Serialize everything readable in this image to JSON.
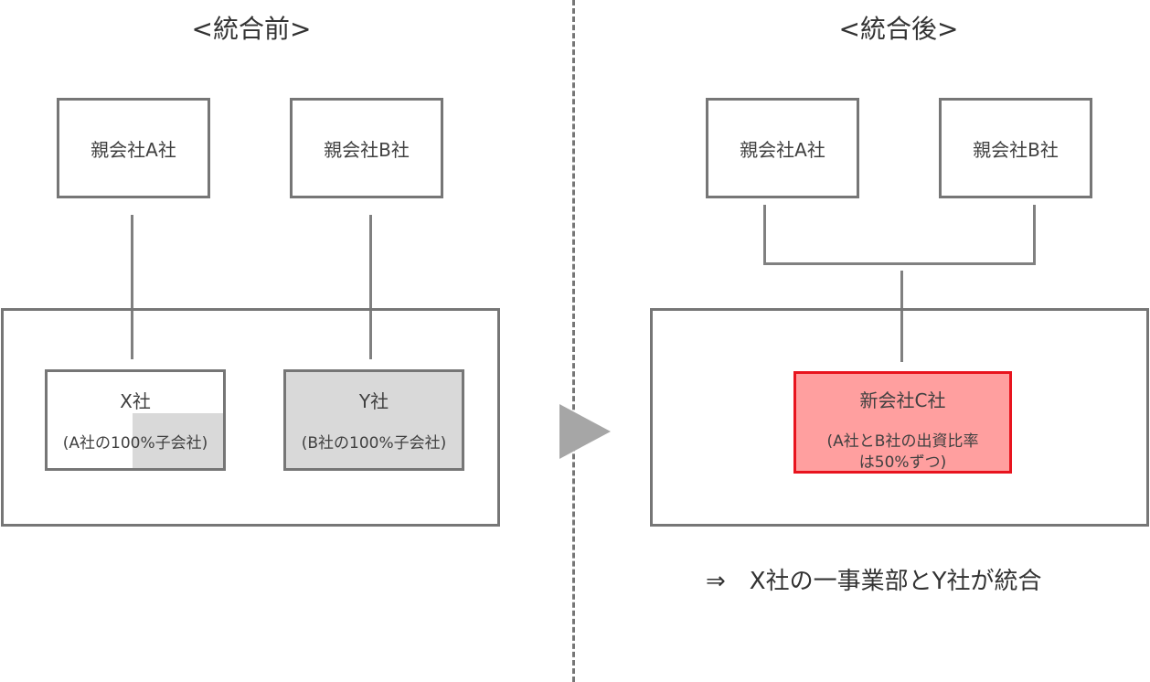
{
  "left": {
    "heading": "<統合前>",
    "parent_a": "親会社A社",
    "parent_b": "親会社B社",
    "company_x": {
      "name": "X社",
      "note": "(A社の100%子会社)"
    },
    "company_y": {
      "name": "Y社",
      "note": "(B社の100%子会社)"
    }
  },
  "right": {
    "heading": "<統合後>",
    "parent_a": "親会社A社",
    "parent_b": "親会社B社",
    "company_c": {
      "name": "新会社C社",
      "note_line1": "(A社とB社の出資比率",
      "note_line2": "は50%ずつ)"
    },
    "summary": "⇒　X社の一事業部とY社が統合"
  },
  "colors": {
    "border": "#767676",
    "connector": "#808080",
    "shaded_fill": "#d9d9d9",
    "new_company_fill": "#ff9f9f",
    "new_company_border": "#e8141e",
    "arrow": "#a6a6a6"
  },
  "icons": {
    "transition_arrow": "right-triangle-icon"
  }
}
